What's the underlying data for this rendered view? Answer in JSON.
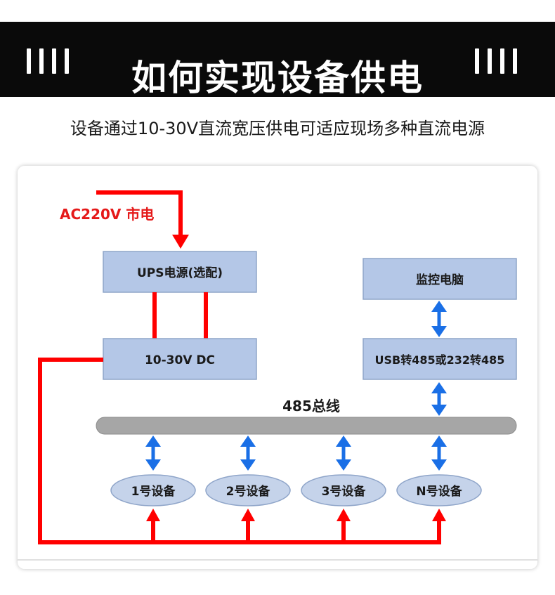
{
  "banner": {
    "title": "如何实现设备供电",
    "bar_count": 4
  },
  "subtitle": "设备通过10-30V直流宽压供电可适应现场多种直流电源",
  "diagram": {
    "ac_label": "AC220V 市电",
    "ups_box": "UPS电源(选配)",
    "dc_box": "10-30V DC",
    "pc_box": "监控电脑",
    "converter_box": "USB转485或232转485",
    "bus_label": "485总线",
    "devices": [
      "1号设备",
      "2号设备",
      "3号设备",
      "N号设备"
    ],
    "colors": {
      "power_line": "#ff0000",
      "bus": "#a6a6a6",
      "box_fill": "#b4c7e7",
      "box_stroke": "#8fa5c9",
      "device_fill": "#c5d3ea",
      "arrow_blue": "#1a6fe6",
      "ac_label_color": "#e51919"
    }
  }
}
